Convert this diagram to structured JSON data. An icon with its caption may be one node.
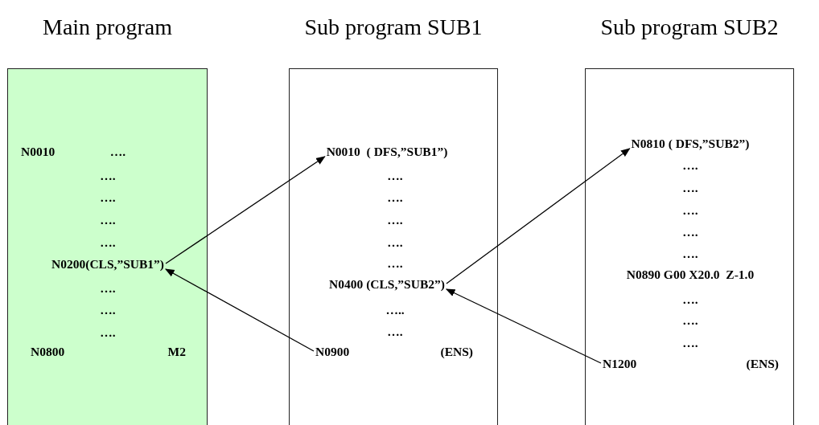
{
  "diagram": {
    "nodes": [
      {
        "text": [
          "Main program"
        ]
      },
      {
        "text": [
          "N0010",
          "…."
        ],
        "in": 0
      },
      {
        "text": [
          "…."
        ],
        "in": 0
      },
      {
        "text": [
          "…."
        ],
        "in": 0
      },
      {
        "text": [
          "…."
        ],
        "in": 0
      },
      {
        "text": [
          "…."
        ],
        "in": 0
      },
      {
        "text": [
          "N0200(CLS,”SUB1”)"
        ],
        "in": 0
      },
      {
        "text": [
          "…."
        ],
        "in": 0
      },
      {
        "text": [
          "…."
        ],
        "in": 0
      },
      {
        "text": [
          "…."
        ],
        "in": 0
      },
      {
        "text": [
          "N0800",
          "M2"
        ],
        "in": 0
      },
      {
        "text": [
          "Sub program SUB1"
        ]
      },
      {
        "text": [
          "N0010  ( DFS,”SUB1”)"
        ],
        "in": 11
      },
      {
        "text": [
          "…."
        ],
        "in": 11
      },
      {
        "text": [
          "…."
        ],
        "in": 11
      },
      {
        "text": [
          "…."
        ],
        "in": 11
      },
      {
        "text": [
          "…."
        ],
        "in": 11
      },
      {
        "text": [
          "…."
        ],
        "in": 11
      },
      {
        "text": [
          "N0400 (CLS,”SUB2”)"
        ],
        "in": 11
      },
      {
        "text": [
          "….."
        ],
        "in": 11
      },
      {
        "text": [
          "…."
        ],
        "in": 11
      },
      {
        "text": [
          "N0900",
          "(ENS)"
        ],
        "in": 11
      },
      {
        "text": [
          "Sub program SUB2"
        ]
      },
      {
        "text": [
          "N0810 ( DFS,”SUB2”)"
        ],
        "in": 22
      },
      {
        "text": [
          "…."
        ],
        "in": 22
      },
      {
        "text": [
          "…."
        ],
        "in": 22
      },
      {
        "text": [
          "…."
        ],
        "in": 22
      },
      {
        "text": [
          "…."
        ],
        "in": 22
      },
      {
        "text": [
          "…."
        ],
        "in": 22
      },
      {
        "text": [
          "N0890 G00 X20.0  Z-1.0"
        ],
        "in": 22
      },
      {
        "text": [
          "…."
        ],
        "in": 22
      },
      {
        "text": [
          "…."
        ],
        "in": 22
      },
      {
        "text": [
          "…."
        ],
        "in": 22
      },
      {
        "text": [
          "N1200",
          "(ENS)"
        ],
        "in": 22
      }
    ],
    "edges": [
      {
        "from": 6,
        "to": 12,
        "arrow": "to"
      },
      {
        "from": 21,
        "to": 6,
        "arrow": "to"
      },
      {
        "from": 18,
        "to": 23,
        "arrow": "to"
      },
      {
        "from": 33,
        "to": 18,
        "arrow": "to"
      }
    ]
  }
}
